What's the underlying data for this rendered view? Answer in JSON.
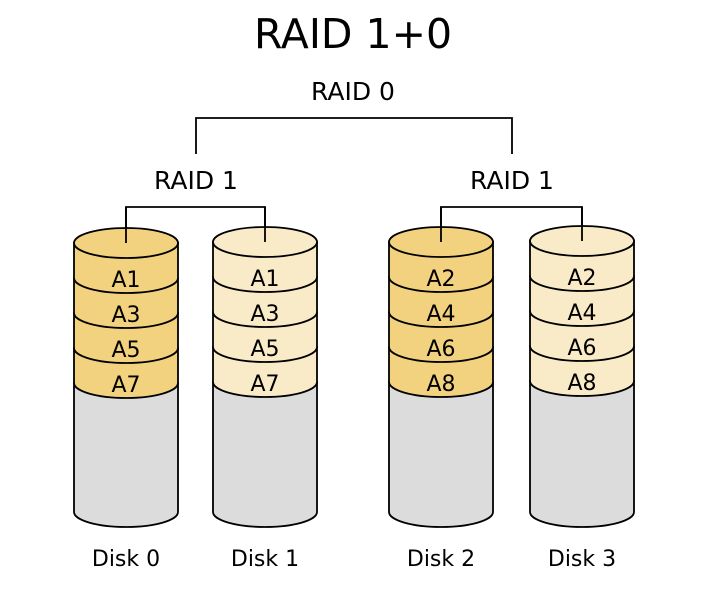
{
  "title": "RAID 1+0",
  "top_level": {
    "label": "RAID 0"
  },
  "mirror_groups": [
    {
      "label": "RAID 1",
      "disks": [
        {
          "name": "Disk 0",
          "blocks": [
            "A1",
            "A3",
            "A5",
            "A7"
          ],
          "shade": "dark"
        },
        {
          "name": "Disk 1",
          "blocks": [
            "A1",
            "A3",
            "A5",
            "A7"
          ],
          "shade": "light"
        }
      ]
    },
    {
      "label": "RAID 1",
      "disks": [
        {
          "name": "Disk 2",
          "blocks": [
            "A2",
            "A4",
            "A6",
            "A8"
          ],
          "shade": "dark"
        },
        {
          "name": "Disk 3",
          "blocks": [
            "A2",
            "A4",
            "A6",
            "A8"
          ],
          "shade": "light"
        }
      ]
    }
  ],
  "colors": {
    "block_dark": "#f2d17f",
    "block_light": "#faebc8",
    "empty": "#dcdcdc",
    "line": "#000000",
    "text": "#000000"
  }
}
